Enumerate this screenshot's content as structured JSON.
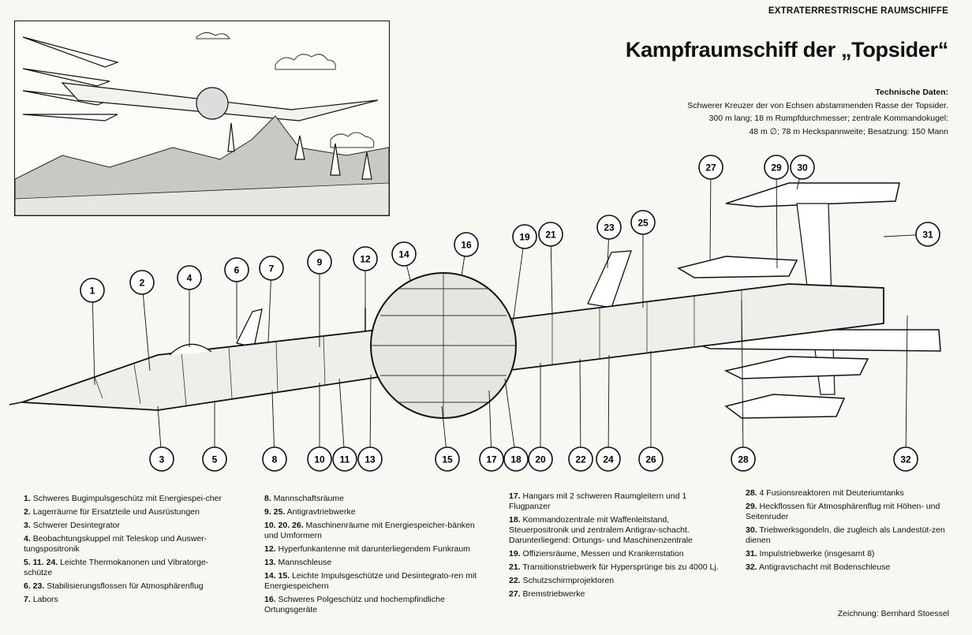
{
  "header": {
    "section": "EXTRATERRESTRISCHE RAUMSCHIFFE",
    "title": "Kampfraumschiff der „Topsider“"
  },
  "tech": {
    "title": "Technische Daten:",
    "lines": [
      "Schwerer Kreuzer der von Echsen abstammenden Rasse der Topsider.",
      "300 m lang; 18 m Rumpfdurchmesser; zentrale Kommandokugel:",
      "48 m ∅; 78 m Heckspannweite; Besatzung: 150 Mann"
    ]
  },
  "callouts": [
    "1",
    "2",
    "3",
    "4",
    "5",
    "6",
    "7",
    "8",
    "9",
    "10",
    "11",
    "12",
    "13",
    "14",
    "15",
    "16",
    "17",
    "18",
    "19",
    "20",
    "21",
    "22",
    "23",
    "24",
    "25",
    "26",
    "27",
    "28",
    "29",
    "30",
    "31",
    "32"
  ],
  "legend": {
    "col1": [
      {
        "num": "1.",
        "text": "Schweres Bugimpulsgeschütz mit Energiespei-cher"
      },
      {
        "num": "2.",
        "text": "Lagerräume für Ersatzteile und Ausrüstungen"
      },
      {
        "num": "3.",
        "text": "Schwerer Desintegrator"
      },
      {
        "num": "4.",
        "text": "Beobachtungskuppel mit Teleskop und Auswer-tungspositronik"
      },
      {
        "num": "5. 11. 24.",
        "text": "Leichte Thermokanonen und Vibratorge-schütze"
      },
      {
        "num": "6. 23.",
        "text": "Stabilisierungsflossen für Atmosphärenflug"
      },
      {
        "num": "7.",
        "text": "Labors"
      }
    ],
    "col2": [
      {
        "num": "8.",
        "text": "Mannschaftsräume"
      },
      {
        "num": "9. 25.",
        "text": "Antigravtriebwerke"
      },
      {
        "num": "10. 20. 26.",
        "text": "Maschinenräume mit Energiespeicher-bänken und Umformern"
      },
      {
        "num": "12.",
        "text": "Hyperfunkantenne mit darunterliegendem Funkraum"
      },
      {
        "num": "13.",
        "text": "Mannschleuse"
      },
      {
        "num": "14. 15.",
        "text": "Leichte Impulsgeschütze und Desintegrato-ren mit Energiespeichern"
      },
      {
        "num": "16.",
        "text": "Schweres Polgeschütz und hochempfindliche Ortungsgeräte"
      }
    ],
    "col3": [
      {
        "num": "17.",
        "text": "Hangars mit 2 schweren Raumgleitern und 1 Flugpanzer"
      },
      {
        "num": "18.",
        "text": "Kommandozentrale mit Waffenleitstand, Steuerpositronik und zentralem Antigrav-schacht. Darunterliegend: Ortungs- und Maschinenzentrale"
      },
      {
        "num": "19.",
        "text": "Offiziersräume, Messen und Krankenstation"
      },
      {
        "num": "21.",
        "text": "Transitionstriebwerk für Hypersprünge bis zu 4000 Lj."
      },
      {
        "num": "22.",
        "text": "Schutzschirmprojektoren"
      },
      {
        "num": "27.",
        "text": "Bremstriebwerke"
      }
    ],
    "col4": [
      {
        "num": "28.",
        "text": "4 Fusionsreaktoren mit Deuteriumtanks"
      },
      {
        "num": "29.",
        "text": "Heckflossen für Atmosphärenflug mit Höhen- und Seitenruder"
      },
      {
        "num": "30.",
        "text": "Triebwerksgondeln, die zugleich als Landestüt-zen dienen"
      },
      {
        "num": "31.",
        "text": "Impulstriebwerke (insgesamt 8)"
      },
      {
        "num": "32.",
        "text": "Antigravschacht mit Bodenschleuse"
      }
    ]
  },
  "credit": "Zeichnung: Bernhard Stoessel"
}
